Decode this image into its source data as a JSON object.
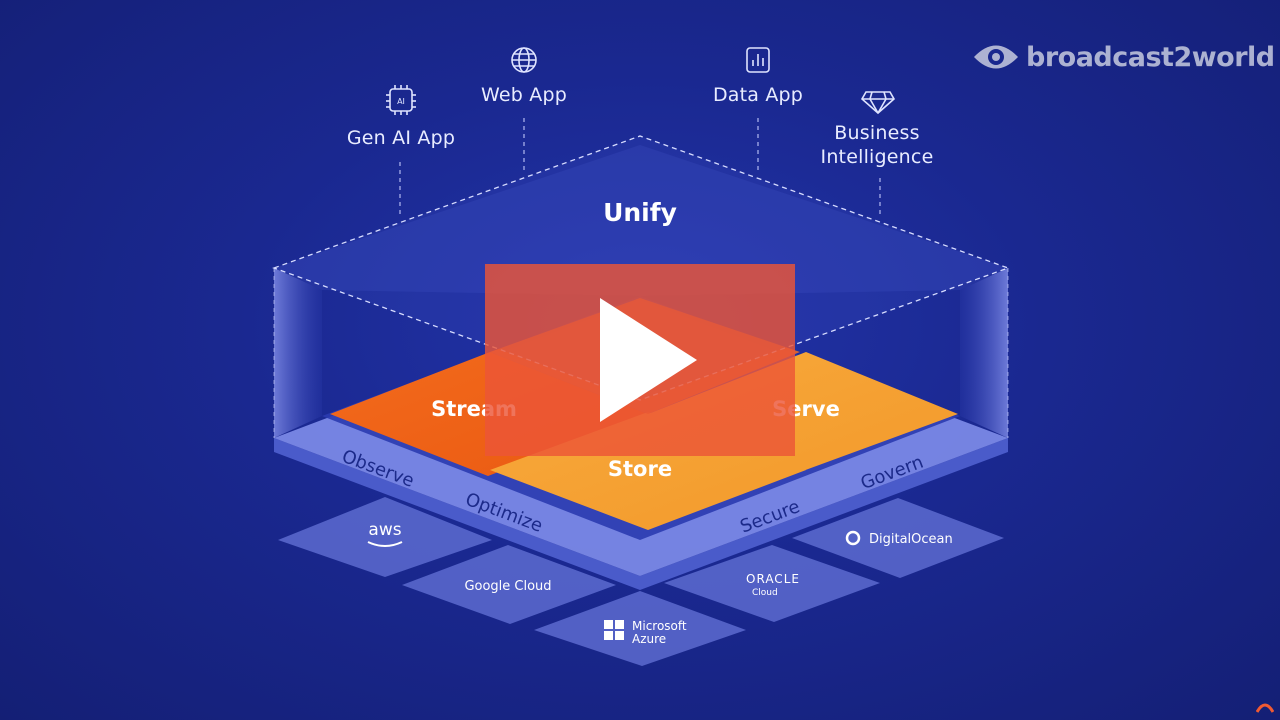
{
  "brand": {
    "name": "broadcast2world"
  },
  "apps": {
    "gen_ai": {
      "label": "Gen AI App",
      "icon": "ai-chip-icon"
    },
    "web": {
      "label": "Web App",
      "icon": "globe-icon"
    },
    "data": {
      "label": "Data App",
      "icon": "bar-chart-icon"
    },
    "bi": {
      "label_line1": "Business",
      "label_line2": "Intelligence",
      "icon": "diamond-icon"
    }
  },
  "layers": {
    "unify": "Unify",
    "stream": "Stream",
    "serve": "Serve",
    "store": "Store",
    "observe": "Observe",
    "optimize": "Optimize",
    "secure": "Secure",
    "govern": "Govern"
  },
  "clouds": {
    "aws": "aws",
    "google": "Google Cloud",
    "microsoft_line1": "Microsoft",
    "microsoft_line2": "Azure",
    "oracle_line1": "ORACLE",
    "oracle_line2": "Cloud",
    "digitalocean": "DigitalOcean"
  },
  "colors": {
    "background": "#1a2890",
    "orange_dark": "#f06418",
    "orange_light": "#f5a236",
    "platform": "#7d8ae6",
    "play_overlay": "#eb5537"
  }
}
